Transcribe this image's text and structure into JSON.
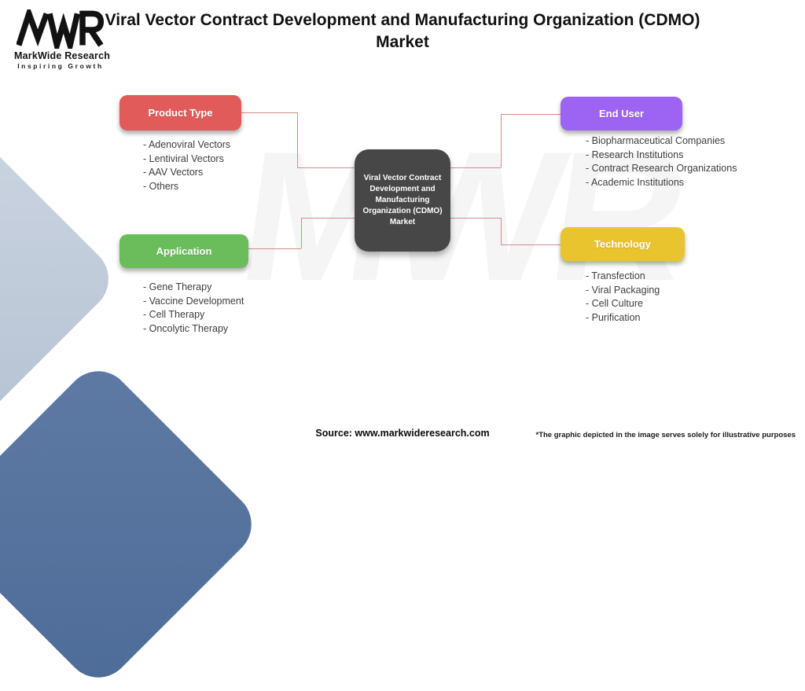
{
  "page_title": "Viral Vector Contract Development and Manufacturing Organization (CDMO) Market",
  "logo": {
    "acronym": "MWR",
    "company": "MarkWide Research",
    "tagline": "Inspiring Growth"
  },
  "watermark": "MWR",
  "center_node": {
    "label": "Viral Vector Contract Development and Manufacturing Organization (CDMO) Market"
  },
  "bullet": "- ",
  "categories": [
    {
      "id": "product-type",
      "label": "Product Type",
      "color": "#e15b5b",
      "items": [
        "Adenoviral Vectors",
        "Lentiviral Vectors",
        "AAV Vectors",
        "Others"
      ]
    },
    {
      "id": "end-user",
      "label": "End User",
      "color": "#9d63f3",
      "items": [
        "Biopharmaceutical Companies",
        "Research Institutions",
        "Contract Research Organizations",
        "Academic Institutions"
      ]
    },
    {
      "id": "application",
      "label": "Application",
      "color": "#6bbd5b",
      "items": [
        "Gene Therapy",
        "Vaccine Development",
        "Cell Therapy",
        "Oncolytic Therapy"
      ]
    },
    {
      "id": "technology",
      "label": "Technology",
      "color": "#e9c42f",
      "items": [
        "Transfection",
        "Viral Packaging",
        "Cell Culture",
        "Purification"
      ]
    }
  ],
  "footer": {
    "source": "Source: www.markwideresearch.com",
    "disclaimer": "*The graphic depicted in the image serves solely for illustrative purposes"
  },
  "colors": {
    "connector": "#cf8d87",
    "center_node_bg": "#474747",
    "background_diamond_light": "#bcc8d7",
    "background_diamond_dark": "#56729d",
    "title_text": "#111111"
  }
}
